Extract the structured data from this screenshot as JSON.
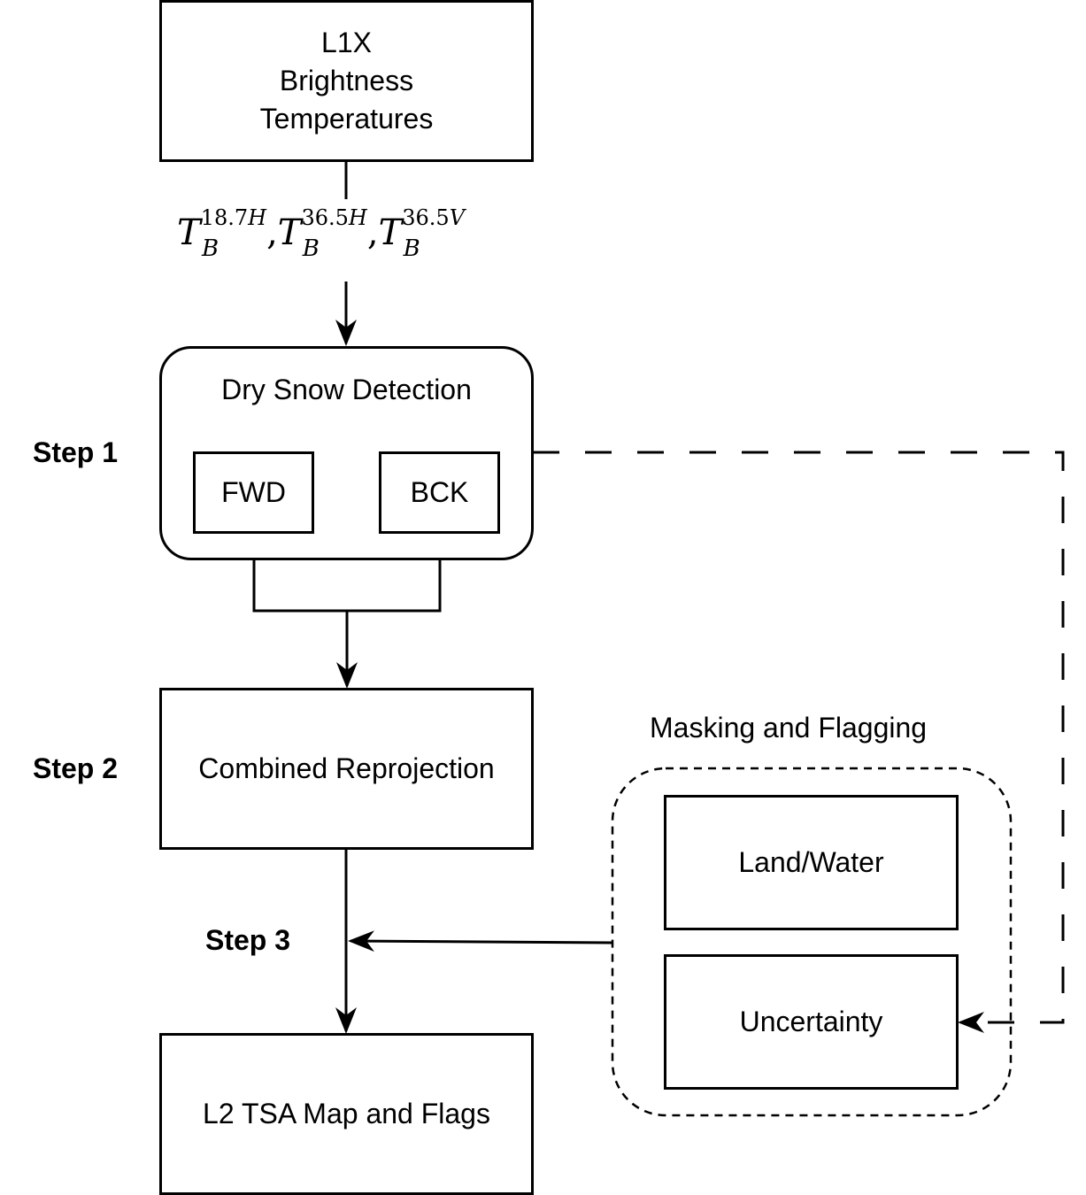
{
  "nodes": {
    "l1x": "L1X\nBrightness\nTemperatures",
    "dry_snow": "Dry Snow Detection",
    "fwd": "FWD",
    "bck": "BCK",
    "reprojection": "Combined Reprojection",
    "l2": "L2 TSA Map and Flags",
    "masking_group": "Masking and Flagging",
    "land_water": "Land/Water",
    "uncertainty": "Uncertainty"
  },
  "steps": {
    "step1": "Step 1",
    "step2": "Step 2",
    "step3": "Step 3"
  },
  "edge_label": {
    "base": "T",
    "sub": "B",
    "terms": [
      "18.7H",
      "36.5H",
      "36.5V"
    ],
    "separator": ","
  }
}
